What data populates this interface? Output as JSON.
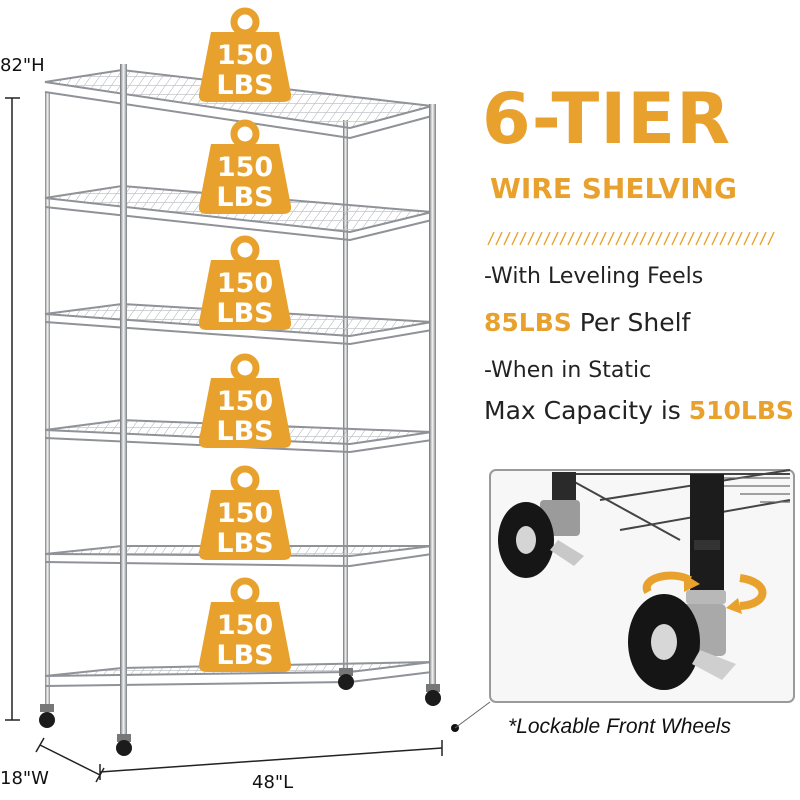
{
  "colors": {
    "accent": "#e9a12e",
    "wire": "#8f9297",
    "frame": "#555555"
  },
  "weight_tags": [
    {
      "number": "150",
      "unit": "LBS"
    },
    {
      "number": "150",
      "unit": "LBS"
    },
    {
      "number": "150",
      "unit": "LBS"
    },
    {
      "number": "150",
      "unit": "LBS"
    },
    {
      "number": "150",
      "unit": "LBS"
    },
    {
      "number": "150",
      "unit": "LBS"
    }
  ],
  "dimensions": {
    "height": "82\"H",
    "width": "18\"W",
    "length": "48\"L"
  },
  "headline": {
    "title": "6-TIER",
    "subtitle": "WIRE SHELVING"
  },
  "features": {
    "line1": "-With Leveling Feels",
    "line2_value": "85LBS",
    "line2_rest": " Per Shelf",
    "line3": "-When in Static",
    "line4_prefix": "Max Capacity is ",
    "line4_value": "510LBS"
  },
  "inset": {
    "caption": "*Lockable Front Wheels",
    "icons": [
      "caster-wheel-icon",
      "rotate-arrow-icon"
    ]
  }
}
